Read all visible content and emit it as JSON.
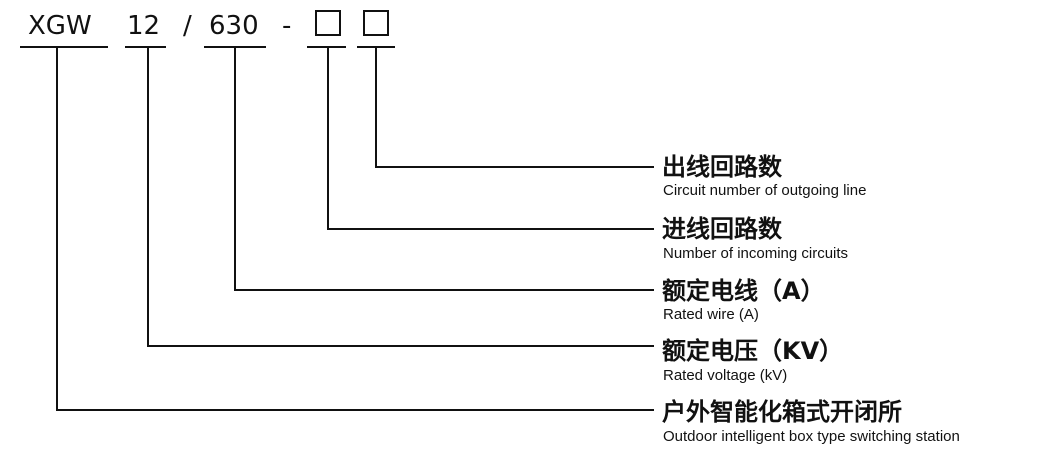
{
  "model_code": {
    "series": "XGW",
    "voltage": "12",
    "separator": "/",
    "current": "630",
    "dash": "-"
  },
  "labels": [
    {
      "cn": "出线回路数",
      "en": "Circuit number of outgoing line"
    },
    {
      "cn": "进线回路数",
      "en": "Number of incoming circuits"
    },
    {
      "cn": "额定电线（A）",
      "en": "Rated wire (A)"
    },
    {
      "cn": "额定电压（KV）",
      "en": "Rated voltage (kV)"
    },
    {
      "cn": "户外智能化箱式开闭所",
      "en": "Outdoor intelligent box type switching station"
    }
  ]
}
